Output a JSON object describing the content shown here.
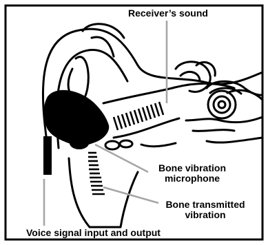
{
  "labels": {
    "receivers_sound": "Receiver’s sound",
    "bone_vibration_microphone": [
      "Bone vibration",
      "microphone"
    ],
    "bone_transmitted_vibration": [
      "Bone transmitted",
      "vibration"
    ],
    "voice_signal": "Voice signal input and output"
  }
}
